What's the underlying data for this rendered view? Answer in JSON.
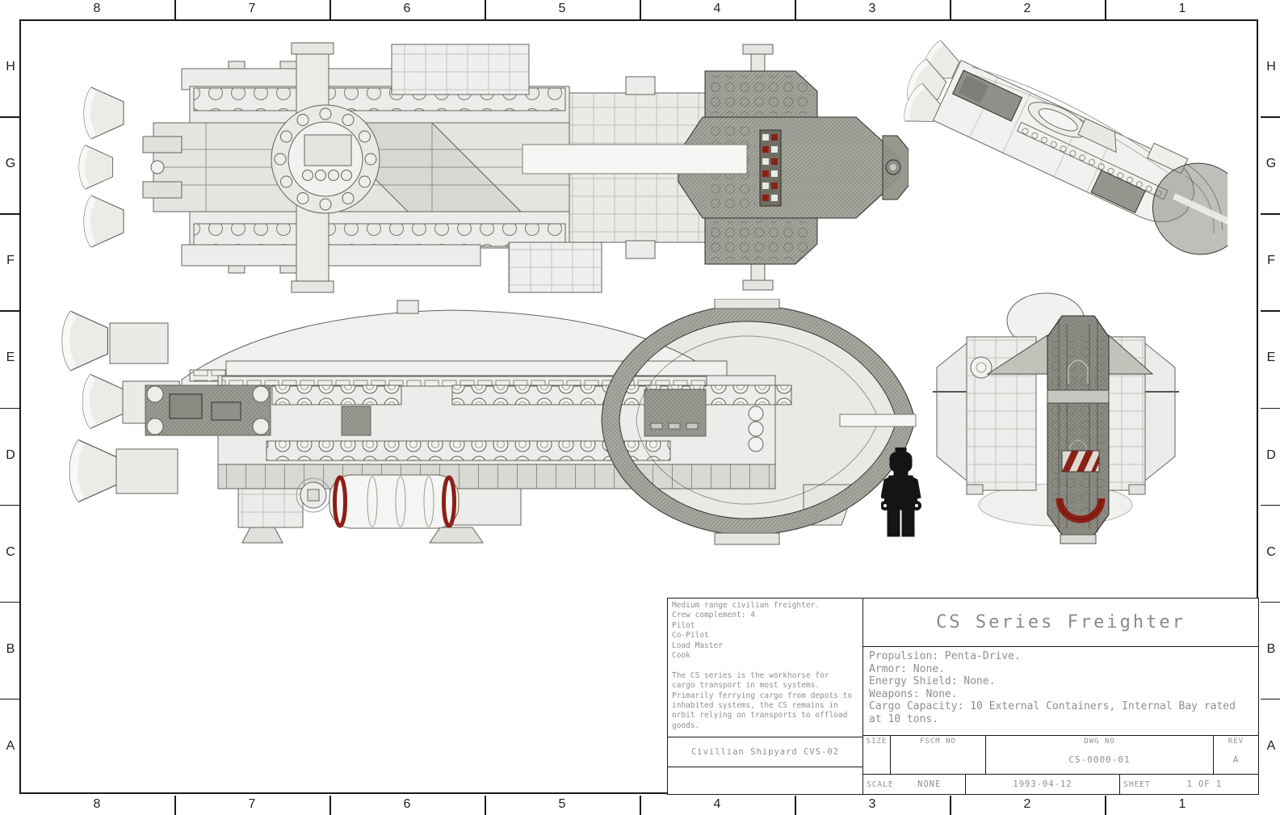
{
  "border": {
    "columns": [
      "8",
      "7",
      "6",
      "5",
      "4",
      "3",
      "2",
      "1"
    ],
    "rows": [
      "H",
      "G",
      "F",
      "E",
      "D",
      "C",
      "B",
      "A"
    ]
  },
  "title_block": {
    "notes": "Medium range civilian freighter.\nCrew complement: 4\nPilot\nCo-Pilot\nLoad Master\nCook\n\nThe CS series is the workhorse for\ncargo transport in most systems.\nPrimarily ferrying cargo from depots to\ninhabited systems, the CS remains in\norbit relying on transports to offload\ngoods.",
    "shipyard": "Civillian Shipyard CVS-02",
    "title": "CS Series Freighter",
    "specs": "Propulsion: Penta-Drive.\nArmor: None.\nEnergy Shield: None.\nWeapons: None.\nCargo Capacity: 10 External Containers, Internal Bay rated at 10 tons.",
    "fields": {
      "size_label": "SIZE",
      "fscm_label": "FSCM NO",
      "dwg_label": "DWG NO",
      "dwg_value": "CS-0000-01",
      "rev_label": "REV",
      "rev_value": "A",
      "scale_label": "SCALE",
      "scale_value": "NONE",
      "date_value": "1993-04-12",
      "sheet_label": "SHEET",
      "sheet_value": "1 OF 1"
    }
  },
  "colors": {
    "accent_red": "#8b2016",
    "hull_light": "#ececea",
    "hull_dark": "#a5a59d",
    "line": "#1a1a1a"
  }
}
